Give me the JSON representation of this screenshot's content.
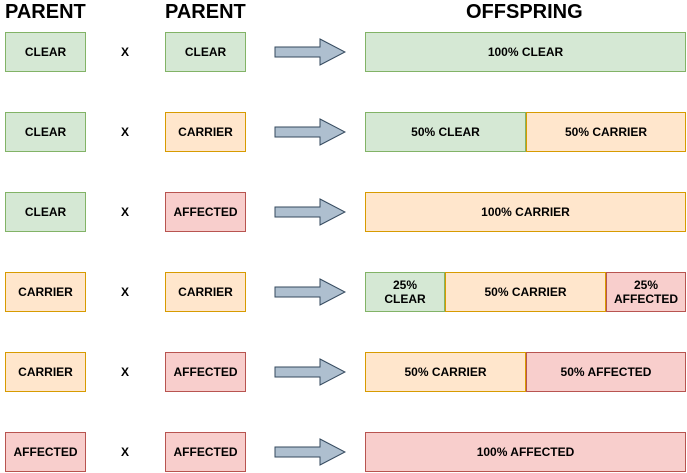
{
  "headers": {
    "parent1": "PARENT",
    "parent2": "PARENT",
    "offspring": "OFFSPRING"
  },
  "cross_symbol": "X",
  "colors": {
    "clear_fill": "#d5e8d4",
    "carrier_fill": "#ffe6cc",
    "affected_fill": "#f8cecc",
    "arrow_fill": "#aebfcf"
  },
  "rows": [
    {
      "parent1": "CLEAR",
      "parent1_status": "clear",
      "parent2": "CLEAR",
      "parent2_status": "clear",
      "offspring": [
        {
          "label": "100% CLEAR",
          "status": "clear",
          "share": 100
        }
      ]
    },
    {
      "parent1": "CLEAR",
      "parent1_status": "clear",
      "parent2": "CARRIER",
      "parent2_status": "carrier",
      "offspring": [
        {
          "label": "50% CLEAR",
          "status": "clear",
          "share": 50
        },
        {
          "label": "50% CARRIER",
          "status": "carrier",
          "share": 50
        }
      ]
    },
    {
      "parent1": "CLEAR",
      "parent1_status": "clear",
      "parent2": "AFFECTED",
      "parent2_status": "affected",
      "offspring": [
        {
          "label": "100% CARRIER",
          "status": "carrier",
          "share": 100
        }
      ]
    },
    {
      "parent1": "CARRIER",
      "parent1_status": "carrier",
      "parent2": "CARRIER",
      "parent2_status": "carrier",
      "offspring": [
        {
          "label": "25% CLEAR",
          "status": "clear",
          "share": 25
        },
        {
          "label": "50% CARRIER",
          "status": "carrier",
          "share": 50
        },
        {
          "label": "25% AFFECTED",
          "status": "affected",
          "share": 25
        }
      ]
    },
    {
      "parent1": "CARRIER",
      "parent1_status": "carrier",
      "parent2": "AFFECTED",
      "parent2_status": "affected",
      "offspring": [
        {
          "label": "50% CARRIER",
          "status": "carrier",
          "share": 50
        },
        {
          "label": "50% AFFECTED",
          "status": "affected",
          "share": 50
        }
      ]
    },
    {
      "parent1": "AFFECTED",
      "parent1_status": "affected",
      "parent2": "AFFECTED",
      "parent2_status": "affected",
      "offspring": [
        {
          "label": "100% AFFECTED",
          "status": "affected",
          "share": 100
        }
      ]
    }
  ]
}
